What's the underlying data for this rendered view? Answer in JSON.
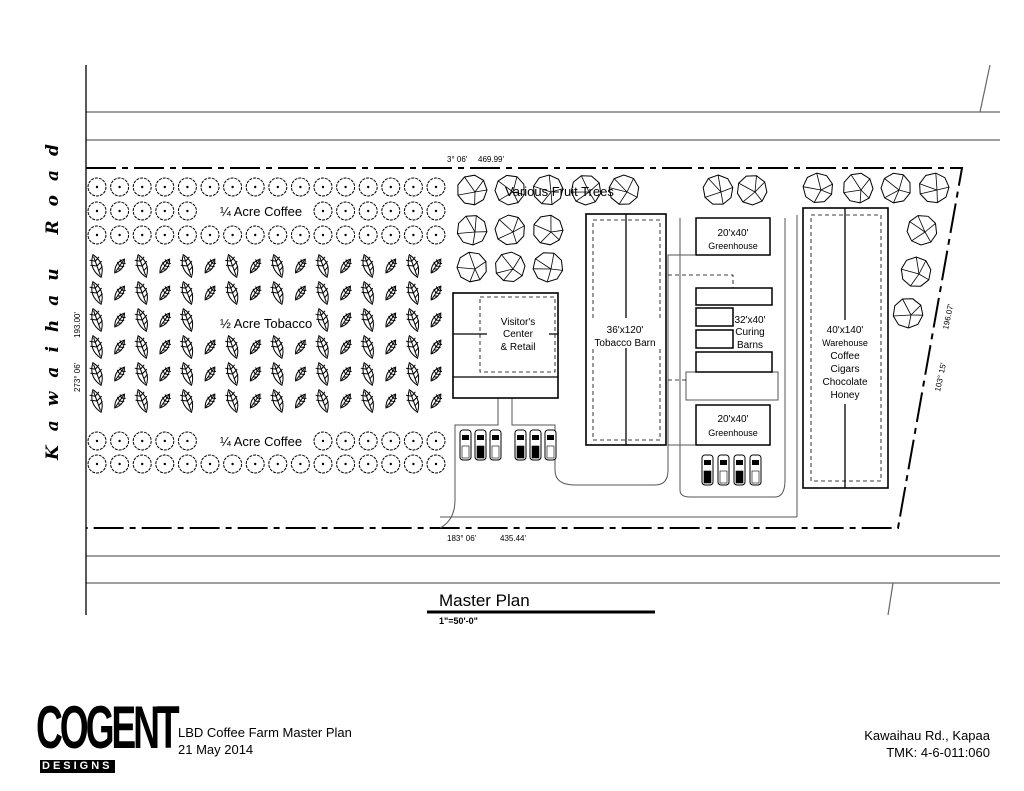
{
  "plan": {
    "road_name": "Kawaihau Road",
    "top_bearing": "3° 06'",
    "top_length": "469.99'",
    "bottom_bearing": "183° 06'",
    "bottom_length": "435.44'",
    "left_bearing": "273° 06'",
    "left_length": "193.00'",
    "right_bearing": "103° 15'",
    "right_length": "196.07'",
    "fruit_trees_label": "Various Fruit Trees",
    "coffee_top_label": "¼ Acre Coffee",
    "tobacco_label": "½ Acre Tobacco",
    "coffee_bottom_label": "¼ Acre Coffee",
    "visitor_center": [
      "Visitor's",
      "Center",
      "& Retail"
    ],
    "tobacco_barn": [
      "36'x120'",
      "Tobacco Barn"
    ],
    "greenhouse_top": [
      "20'x40'",
      "Greenhouse"
    ],
    "curing_barns": [
      "32'x40'",
      "Curing",
      "Barns"
    ],
    "greenhouse_bottom": [
      "20'x40'",
      "Greenhouse"
    ],
    "warehouse": [
      "40'x140'",
      "Warehouse",
      "Coffee",
      "Cigars",
      "Chocolate",
      "Honey"
    ]
  },
  "title_block": {
    "heading": "Master Plan",
    "scale": "1\"=50'-0\"",
    "logo_main": "COGENT",
    "logo_sub": "DESIGNS",
    "project": "LBD Coffee Farm Master Plan",
    "date": "21 May 2014",
    "address": "Kawaihau Rd., Kapaa",
    "tmk": "TMK:  4-6-011:060"
  }
}
